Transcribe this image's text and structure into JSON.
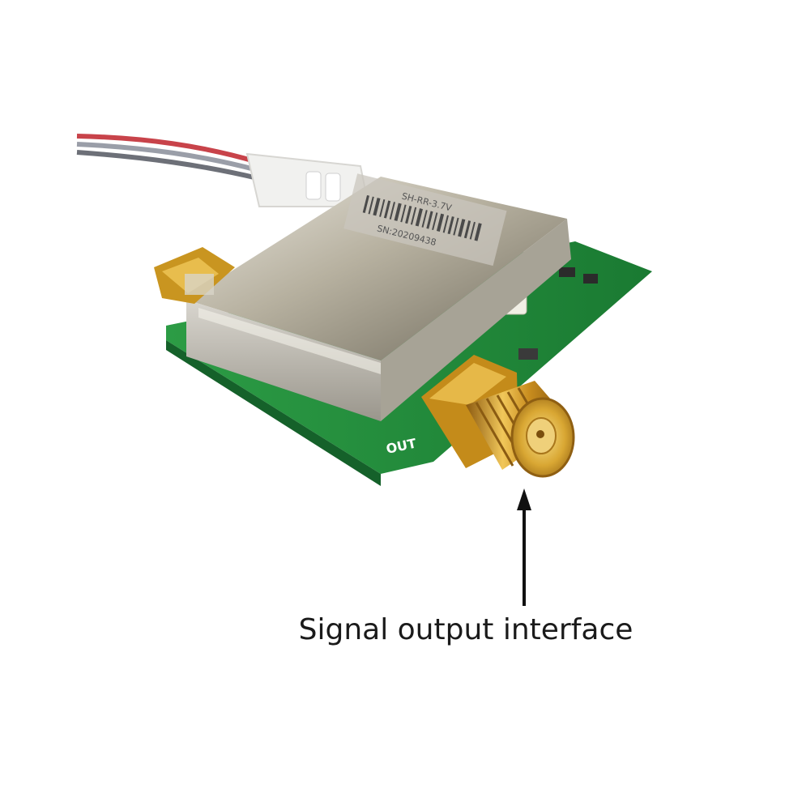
{
  "photo": {
    "subject": "rf-amplifier-module-with-sma-connector",
    "board_marking": "OUT",
    "label_line1": "SH-RR-3.7V",
    "label_line2": "SN:20209438"
  },
  "annotation": {
    "caption": "Signal output interface"
  },
  "colors": {
    "background": "#ffffff",
    "pcb_green": "#1f8a3a",
    "shield_metal": "#b9b4a6",
    "connector_gold": "#d7a22a",
    "arrow": "#111111"
  }
}
